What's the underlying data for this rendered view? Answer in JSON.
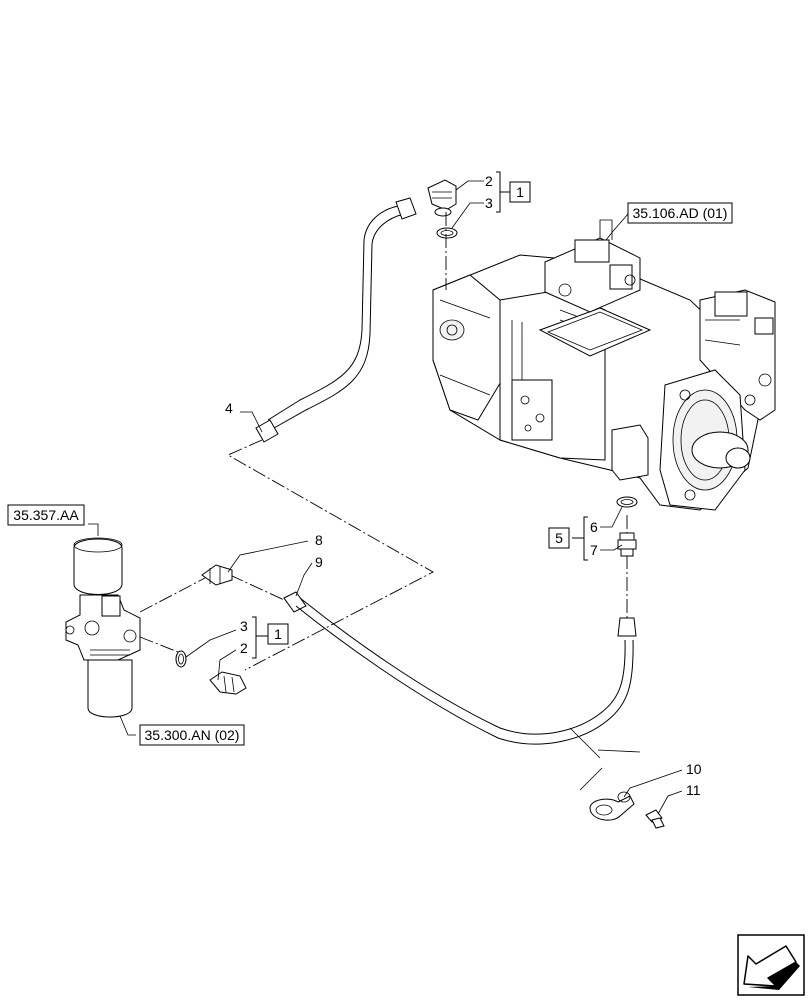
{
  "references": {
    "pump_ref": "35.106.AD (01)",
    "filter_ref": "35.357.AA",
    "filter_element_ref": "35.300.AN (02)"
  },
  "callouts": {
    "c2_top": "2",
    "c3_top": "3",
    "c4": "4",
    "c6": "6",
    "c7": "7",
    "c8": "8",
    "c9": "9",
    "c3_mid": "3",
    "c2_mid": "2",
    "c10": "10",
    "c11": "11"
  },
  "kits": {
    "k1_top": "1",
    "k5": "5",
    "k1_mid": "1"
  },
  "nav": {
    "icon": "arrow-left-down-icon"
  }
}
